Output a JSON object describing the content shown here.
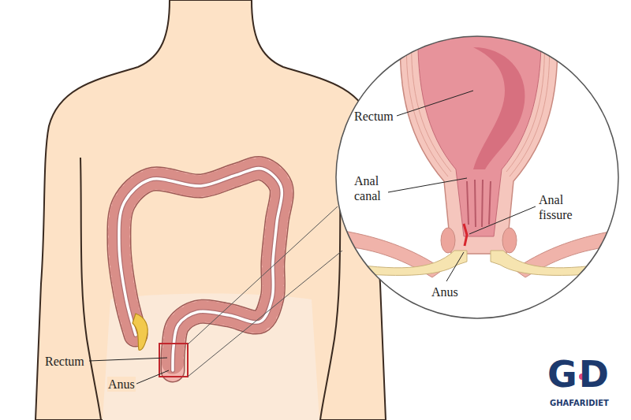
{
  "diagram": {
    "labels": [
      "Rectum",
      "Anus",
      "Rectum",
      "Anal canal",
      "Anal fissure",
      "Anus",
      "GD",
      "GHAFARIDIET"
    ]
  }
}
